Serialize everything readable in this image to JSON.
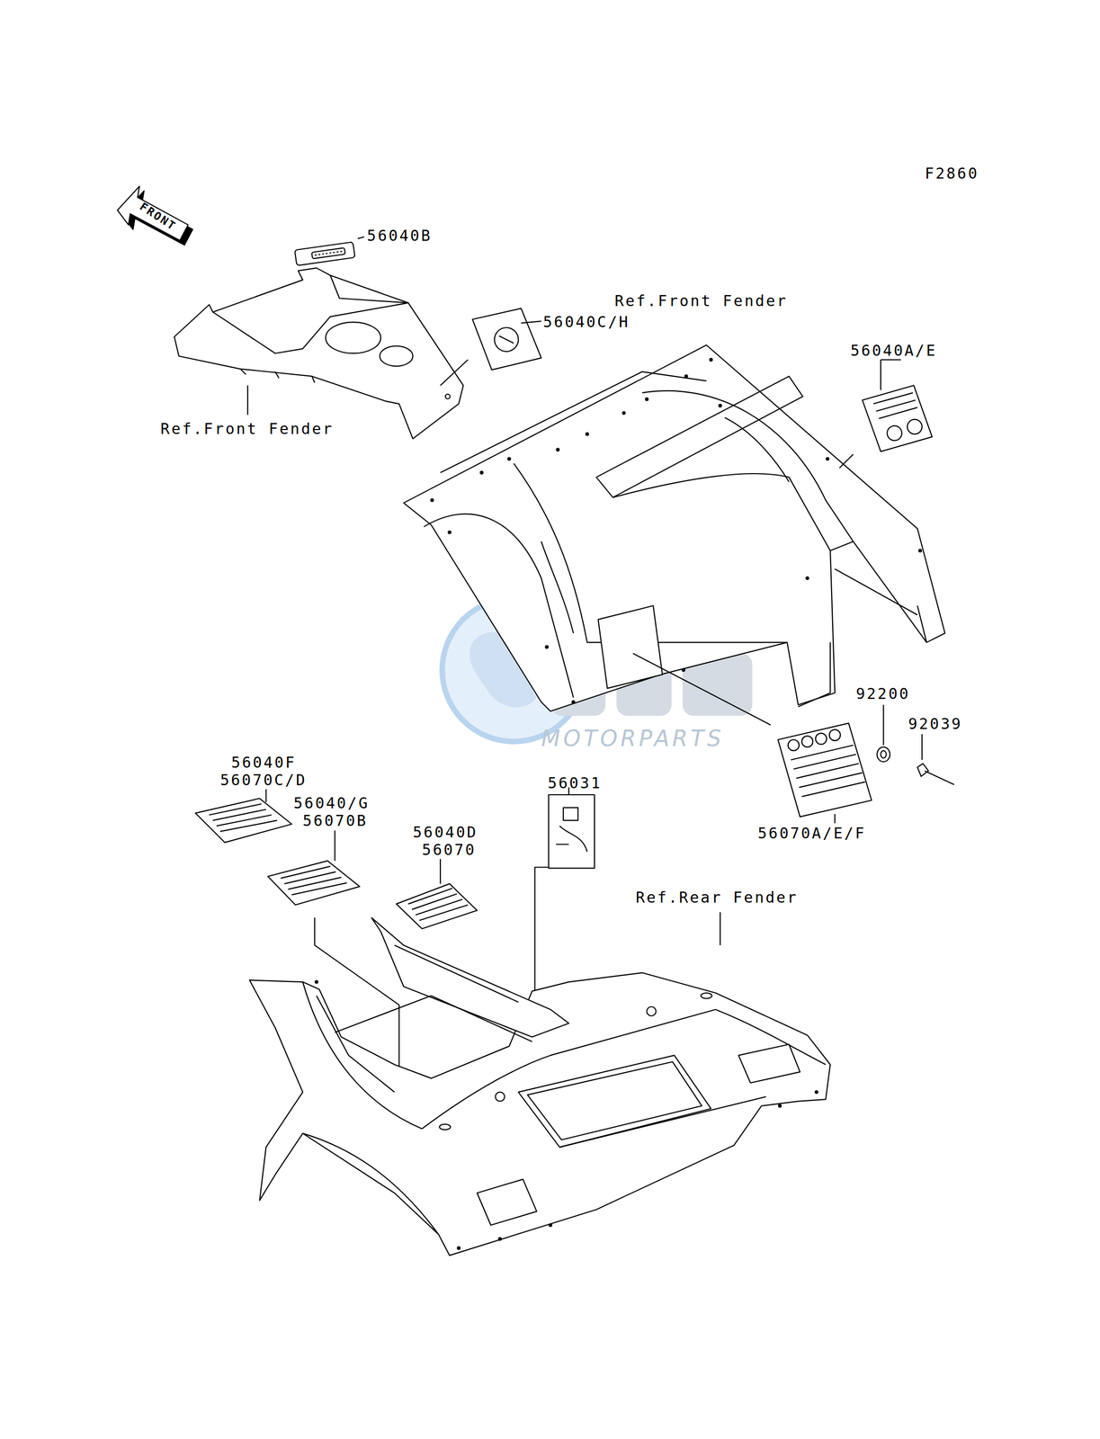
{
  "diagram": {
    "labels": [
      "F2860",
      "FRONT",
      "56040B",
      "Ref.Front Fender",
      "56040C/H",
      "56040A/E",
      "Ref.Front Fender",
      "MOTORPARTS",
      "92200",
      "92039",
      "56040F",
      "56070C/D",
      "56040/G",
      "56070B",
      "56040D",
      "56070",
      "56031",
      "56070A/E/F",
      "Ref.Rear Fender"
    ]
  }
}
